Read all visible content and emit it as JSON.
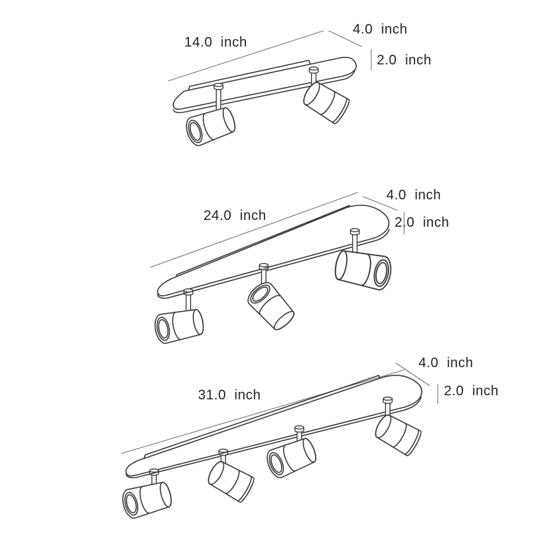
{
  "diagram": {
    "description": "Dimension drawing of ceiling spotlight track bars in three sizes",
    "background_color": "#ffffff",
    "line_color": "#3a3a3a",
    "dimension_line_color": "#757575",
    "label_color": "#222222",
    "unit": "inch",
    "fixtures": [
      {
        "name": "2-spot bar",
        "spot_count": 2,
        "length": "14.0 inch",
        "width": "4.0 inch",
        "height": "2.0 inch"
      },
      {
        "name": "3-spot bar",
        "spot_count": 3,
        "length": "24.0 inch",
        "width": "4.0 inch",
        "height": "2.0 inch"
      },
      {
        "name": "4-spot bar",
        "spot_count": 4,
        "length": "31.0 inch",
        "width": "4.0 inch",
        "height": "2.0 inch"
      }
    ]
  }
}
